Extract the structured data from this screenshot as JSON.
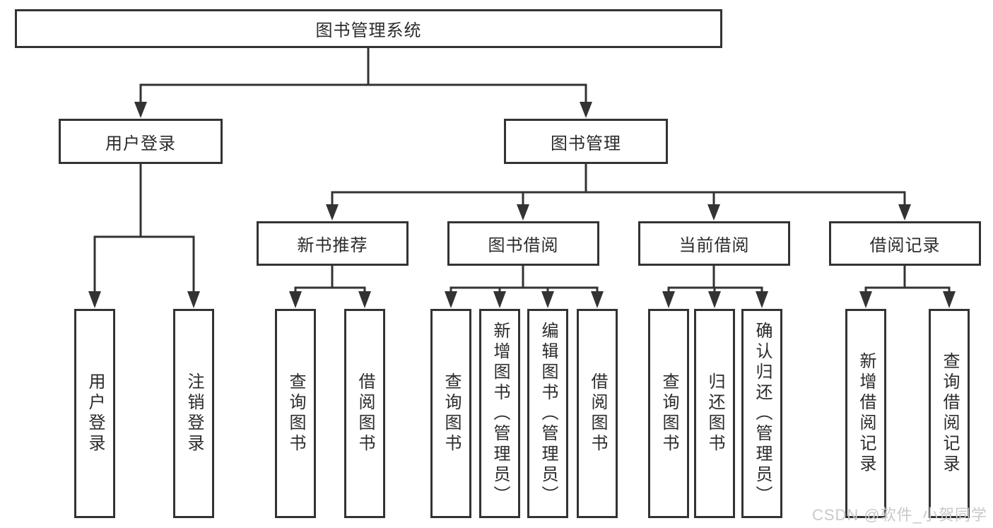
{
  "diagram_type": "hierarchy-tree",
  "colors": {
    "line": "#333333",
    "node_border": "#333333",
    "node_background": "#ffffff",
    "text": "#2b2b2b",
    "watermark": "#c9c9c9"
  },
  "tree": {
    "label": "图书管理系统",
    "children": [
      {
        "label": "用户登录",
        "children": [
          {
            "label": "用户登录"
          },
          {
            "label": "注销登录"
          }
        ]
      },
      {
        "label": "图书管理",
        "children": [
          {
            "label": "新书推荐",
            "children": [
              {
                "label": "查询图书"
              },
              {
                "label": "借阅图书"
              }
            ]
          },
          {
            "label": "图书借阅",
            "children": [
              {
                "label": "查询图书"
              },
              {
                "label": "新增图书（管理员）"
              },
              {
                "label": "编辑图书（管理员）"
              },
              {
                "label": "借阅图书"
              }
            ]
          },
          {
            "label": "当前借阅",
            "children": [
              {
                "label": "查询图书"
              },
              {
                "label": "归还图书"
              },
              {
                "label": "确认归还（管理员）"
              }
            ]
          },
          {
            "label": "借阅记录",
            "children": [
              {
                "label": "新增借阅记录"
              },
              {
                "label": "查询借阅记录"
              }
            ]
          }
        ]
      }
    ]
  },
  "watermark": {
    "text": "CSDN @软件_小贺同学"
  }
}
